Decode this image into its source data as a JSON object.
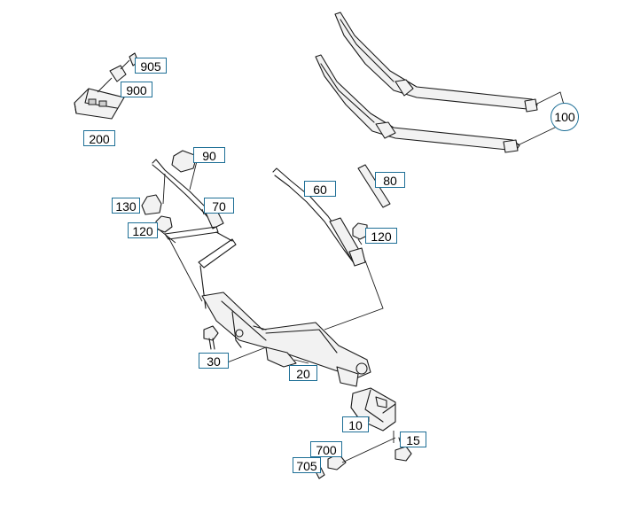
{
  "diagram": {
    "callouts": [
      {
        "id": "905",
        "label": "905"
      },
      {
        "id": "900",
        "label": "900"
      },
      {
        "id": "200",
        "label": "200"
      },
      {
        "id": "100",
        "label": "100"
      },
      {
        "id": "90",
        "label": "90"
      },
      {
        "id": "60",
        "label": "60"
      },
      {
        "id": "80",
        "label": "80"
      },
      {
        "id": "130",
        "label": "130"
      },
      {
        "id": "70",
        "label": "70"
      },
      {
        "id": "120a",
        "label": "120"
      },
      {
        "id": "120b",
        "label": "120"
      },
      {
        "id": "30",
        "label": "30"
      },
      {
        "id": "20",
        "label": "20"
      },
      {
        "id": "10",
        "label": "10"
      },
      {
        "id": "700",
        "label": "700"
      },
      {
        "id": "15",
        "label": "15"
      },
      {
        "id": "705",
        "label": "705"
      }
    ],
    "colors": {
      "label_border": "#1e6f96",
      "line": "#1a1a1a"
    }
  }
}
